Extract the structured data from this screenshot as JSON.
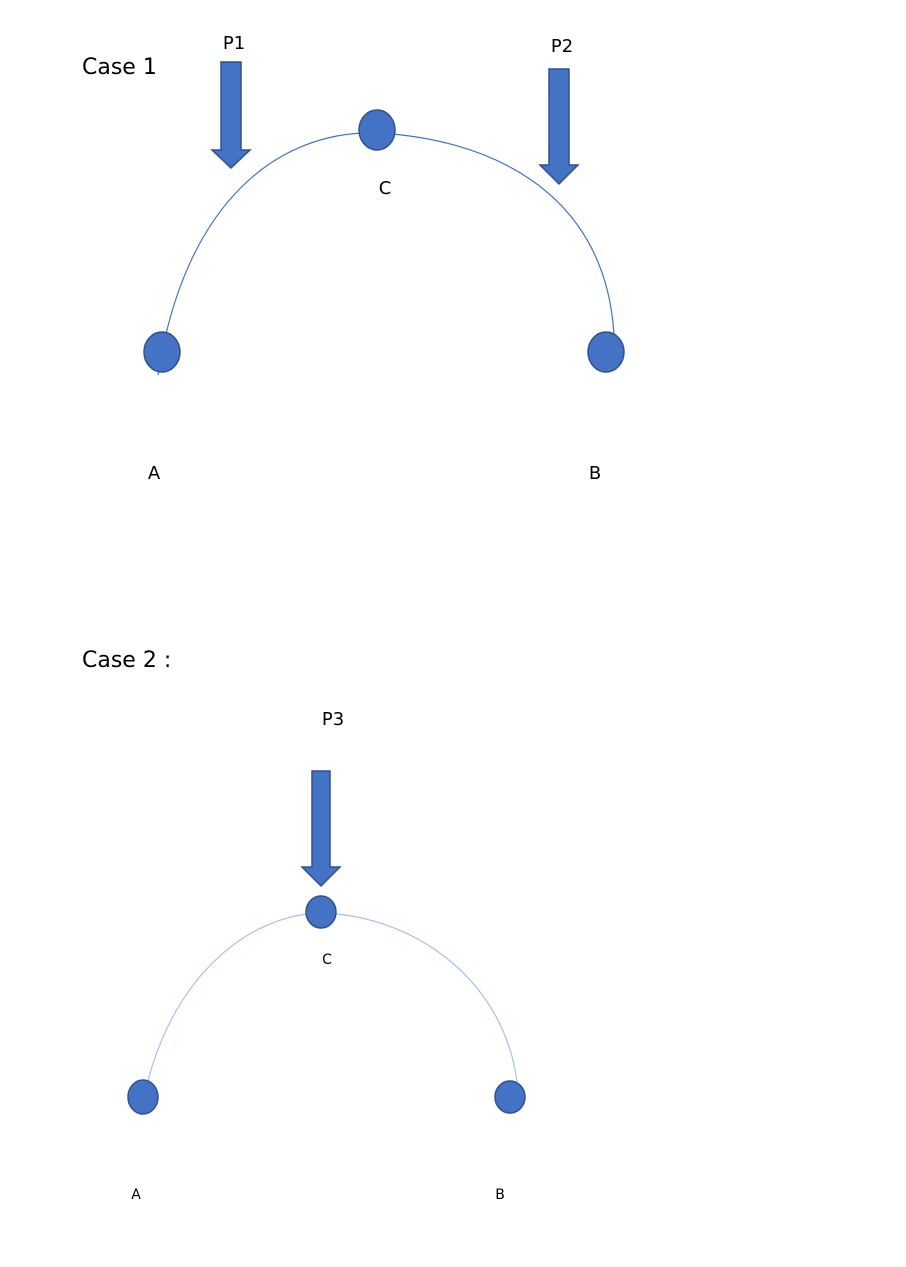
{
  "case1": {
    "title": "Case 1",
    "node_labels": {
      "a": "A",
      "b": "B",
      "c": "C"
    },
    "loads": [
      {
        "label": "P1"
      },
      {
        "label": "P2"
      }
    ]
  },
  "case2": {
    "title": "Case 2 :",
    "node_labels": {
      "a": "A",
      "b": "B",
      "c": "C"
    },
    "loads": [
      {
        "label": "P3"
      }
    ]
  },
  "colors": {
    "node_fill": "#4472C4",
    "node_stroke": "#2F528F",
    "arrow_fill": "#4472C4",
    "arrow_stroke": "#2F528F",
    "arc_case1": "#4472C4",
    "arc_case2": "#A9C1E6"
  }
}
